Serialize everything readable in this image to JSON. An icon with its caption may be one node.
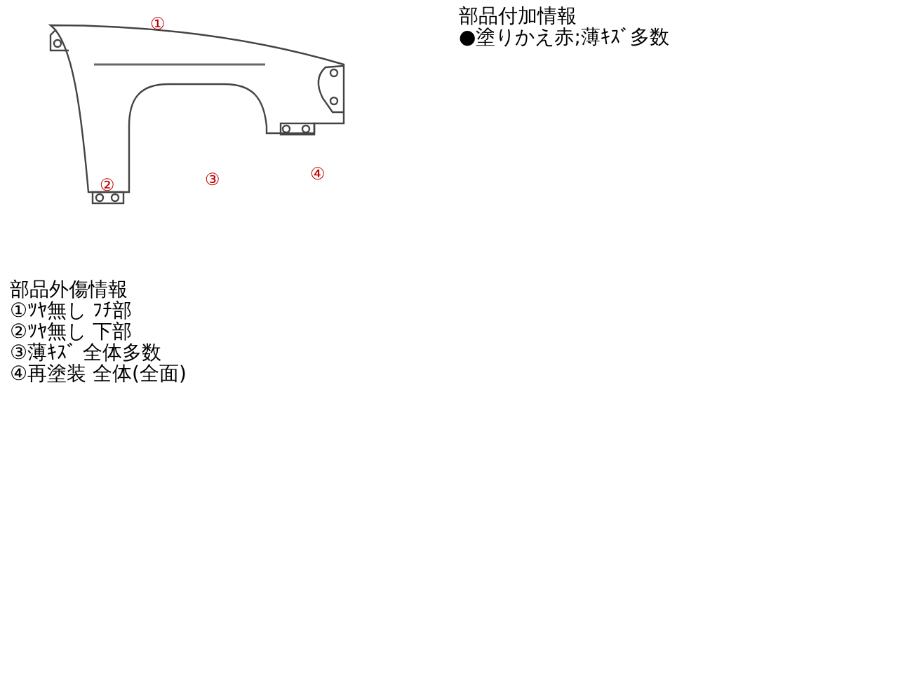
{
  "diagram": {
    "labels": [
      "①",
      "部品付加情報",
      "●塗りかえ赤;薄ｷｽﾞ多数",
      "②",
      "③",
      "④",
      "部品外傷情報",
      "①ﾂﾔ無し ﾌﾁ部",
      "②ﾂﾔ無し 下部",
      "③薄ｷｽﾞ 全体多数",
      "④再塗装 全体(全面)"
    ]
  }
}
